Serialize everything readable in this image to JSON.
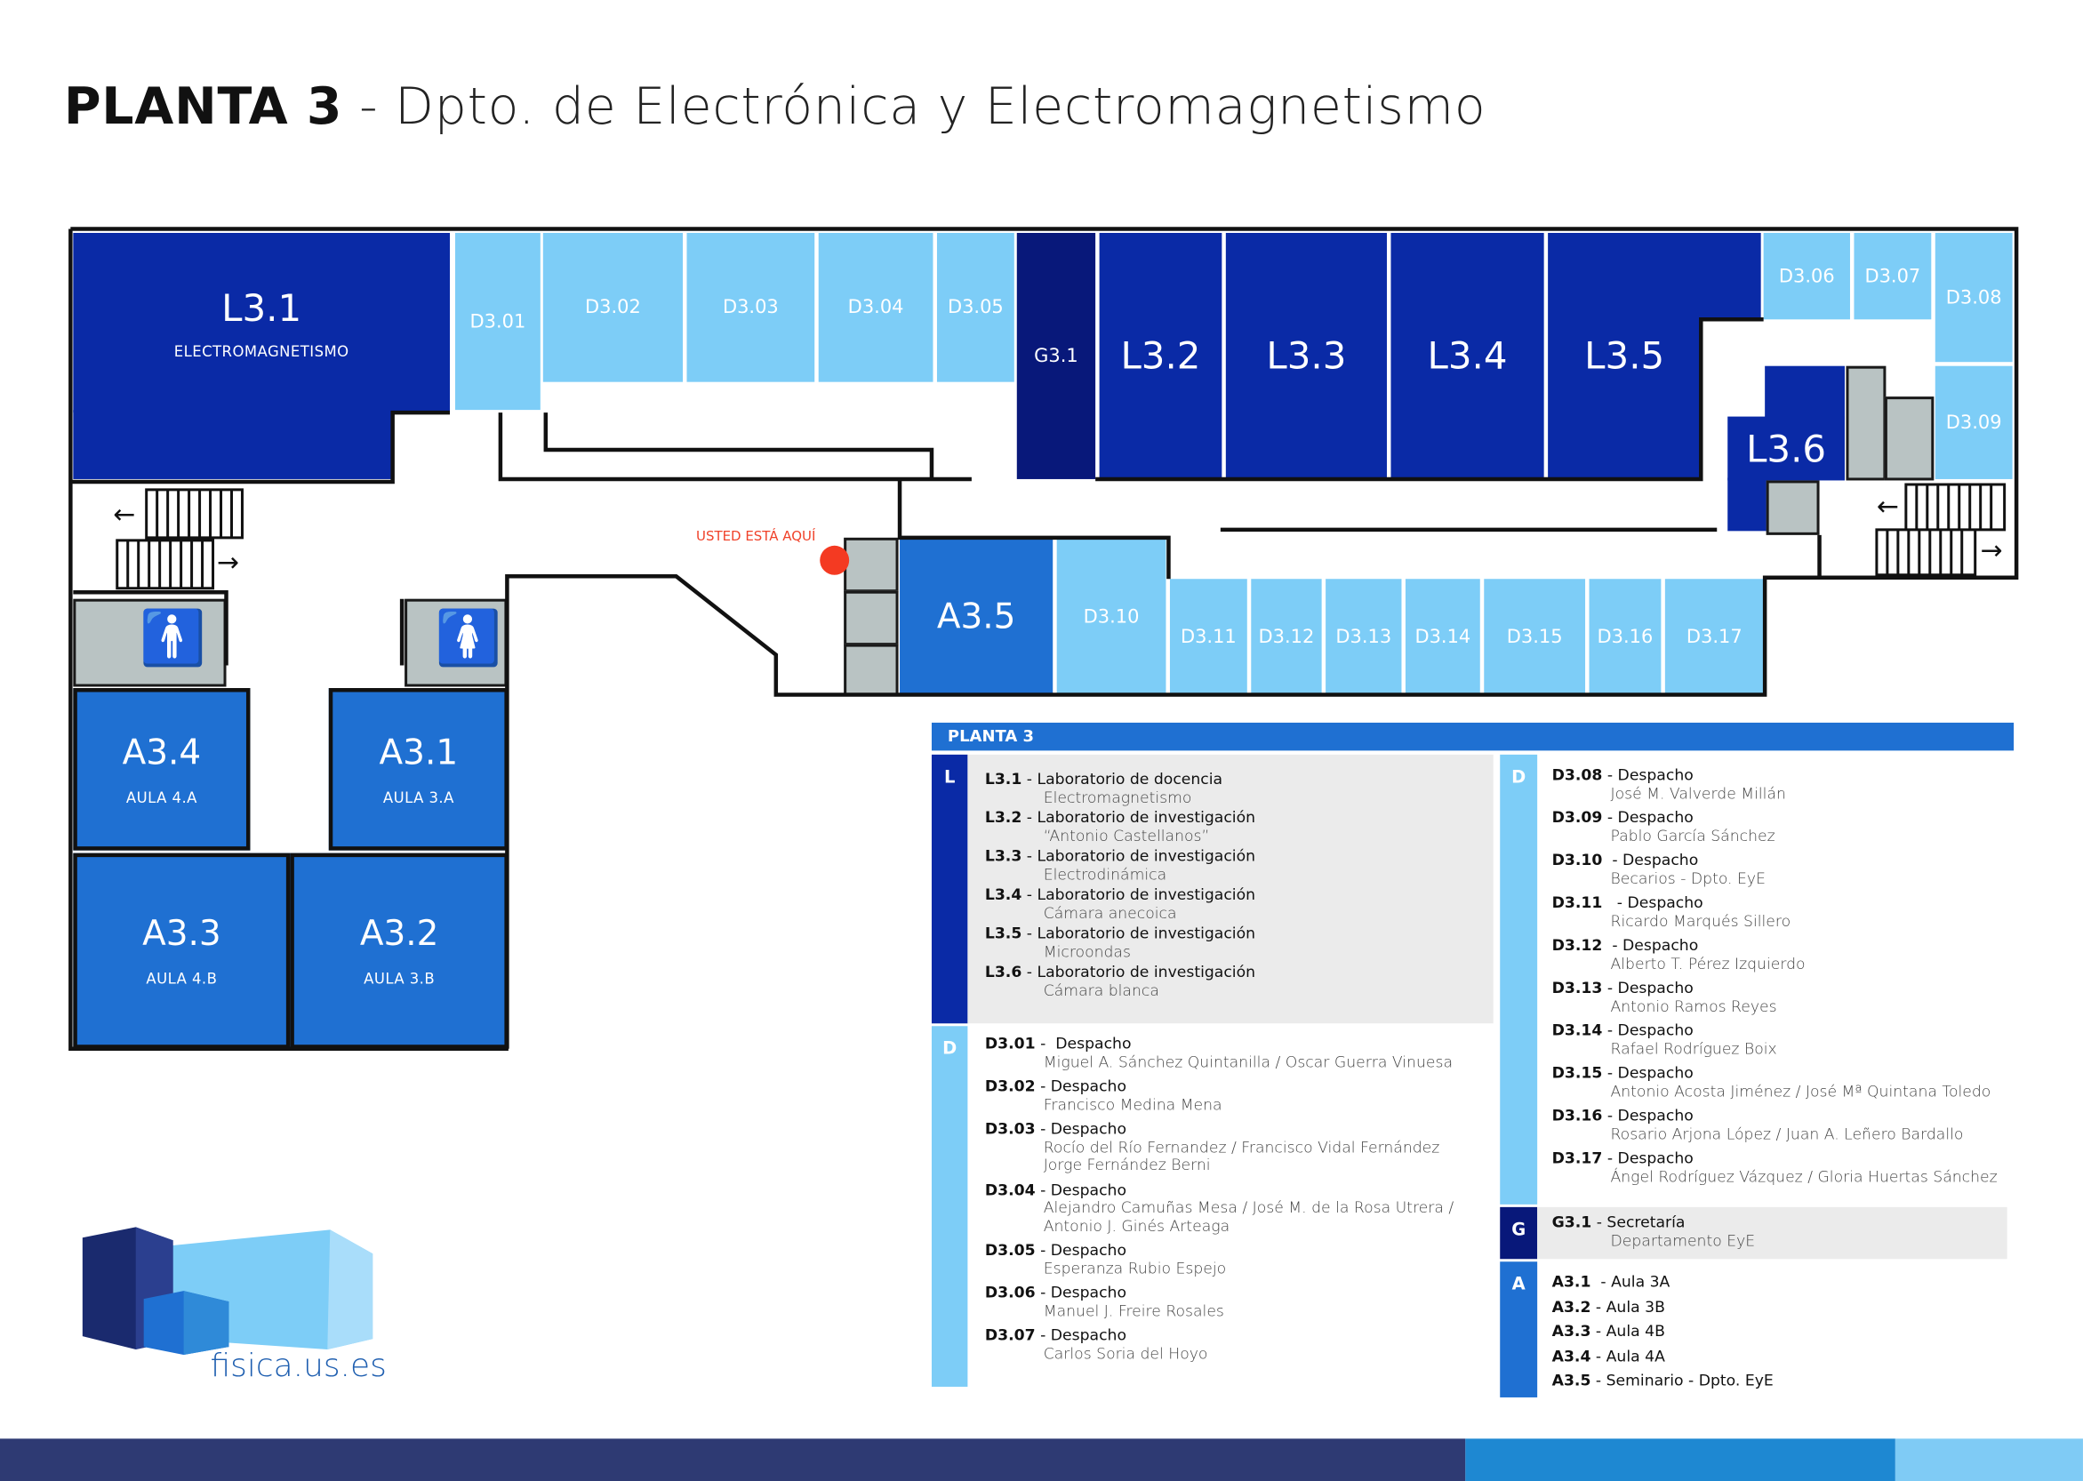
{
  "title": {
    "bold": "PLANTA 3",
    "rest": " - Dpto. de Electrónica y Electromagnetismo"
  },
  "map": {
    "you_are_here": "USTED ESTÁ AQUÍ",
    "rooms": {
      "L3_1": {
        "label": "L3.1",
        "sub": "ELECTROMAGNETISMO"
      },
      "D3_01": {
        "label": "D3.01"
      },
      "D3_02": {
        "label": "D3.02"
      },
      "D3_03": {
        "label": "D3.03"
      },
      "D3_04": {
        "label": "D3.04"
      },
      "D3_05": {
        "label": "D3.05"
      },
      "G3_1": {
        "label": "G3.1"
      },
      "L3_2": {
        "label": "L3.2"
      },
      "L3_3": {
        "label": "L3.3"
      },
      "L3_4": {
        "label": "L3.4"
      },
      "L3_5": {
        "label": "L3.5"
      },
      "D3_06": {
        "label": "D3.06"
      },
      "D3_07": {
        "label": "D3.07"
      },
      "D3_08": {
        "label": "D3.08"
      },
      "D3_09": {
        "label": "D3.09"
      },
      "L3_6": {
        "label": "L3.6"
      },
      "A3_5": {
        "label": "A3.5"
      },
      "D3_10": {
        "label": "D3.10"
      },
      "D3_11": {
        "label": "D3.11"
      },
      "D3_12": {
        "label": "D3.12"
      },
      "D3_13": {
        "label": "D3.13"
      },
      "D3_14": {
        "label": "D3.14"
      },
      "D3_15": {
        "label": "D3.15"
      },
      "D3_16": {
        "label": "D3.16"
      },
      "D3_17": {
        "label": "D3.17"
      },
      "A3_4": {
        "label": "A3.4",
        "sub": "AULA 4.A"
      },
      "A3_1": {
        "label": "A3.1",
        "sub": "AULA 3.A"
      },
      "A3_3": {
        "label": "A3.3",
        "sub": "AULA 4.B"
      },
      "A3_2": {
        "label": "A3.2",
        "sub": "AULA 3.B"
      }
    },
    "icons": [
      "male-restroom-icon",
      "female-restroom-icon",
      "stairs-icon",
      "arrow-left-icon",
      "arrow-right-icon"
    ]
  },
  "legend": {
    "header": "PLANTA 3",
    "groups": {
      "L": {
        "letter": "L",
        "entries": [
          {
            "code": "L3.1",
            "sep": " - ",
            "title": "Laboratorio de docencia",
            "detail": "Electromagnetismo"
          },
          {
            "code": "L3.2",
            "sep": " - ",
            "title": "Laboratorio de investigación",
            "detail": "“Antonio Castellanos”"
          },
          {
            "code": "L3.3",
            "sep": " - ",
            "title": "Laboratorio de investigación",
            "detail": "Electrodinámica"
          },
          {
            "code": "L3.4",
            "sep": " - ",
            "title": "Laboratorio de investigación",
            "detail": "Cámara anecoica"
          },
          {
            "code": "L3.5",
            "sep": " - ",
            "title": "Laboratorio de investigación",
            "detail": "Microondas"
          },
          {
            "code": "L3.6",
            "sep": " - ",
            "title": "Laboratorio de investigación",
            "detail": "Cámara blanca"
          }
        ]
      },
      "D1": {
        "letter": "D",
        "entries": [
          {
            "code": "D3.01",
            "sep": " -  ",
            "title": "Despacho",
            "detail": "Miguel A. Sánchez Quintanilla / Oscar Guerra Vinuesa"
          },
          {
            "code": "D3.02",
            "sep": " - ",
            "title": "Despacho",
            "detail": "Francisco Medina Mena"
          },
          {
            "code": "D3.03",
            "sep": " - ",
            "title": "Despacho",
            "detail": "Rocío del Río Fernandez / Francisco Vidal Fernández",
            "detail2": "Jorge Fernández Berni"
          },
          {
            "code": "D3.04",
            "sep": " - ",
            "title": "Despacho",
            "detail": "Alejandro Camuñas Mesa / José M. de la Rosa Utrera /",
            "detail2": "Antonio J. Ginés Arteaga"
          },
          {
            "code": "D3.05",
            "sep": " - ",
            "title": "Despacho",
            "detail": "Esperanza Rubio Espejo"
          },
          {
            "code": "D3.06",
            "sep": " - ",
            "title": "Despacho",
            "detail": "Manuel J. Freire Rosales"
          },
          {
            "code": "D3.07",
            "sep": " - ",
            "title": "Despacho",
            "detail": "Carlos Soria del Hoyo"
          }
        ]
      },
      "D2": {
        "letter": "D",
        "entries": [
          {
            "code": "D3.08",
            "sep": " - ",
            "title": "Despacho",
            "detail": "José M. Valverde Millán"
          },
          {
            "code": "D3.09",
            "sep": " - ",
            "title": "Despacho",
            "detail": "Pablo García Sánchez"
          },
          {
            "code": "D3.10",
            "sep": "  - ",
            "title": "Despacho",
            "detail": "Becarios - Dpto. EyE"
          },
          {
            "code": "D3.11",
            "sep": "   - ",
            "title": "Despacho",
            "detail": "Ricardo Marqués Sillero"
          },
          {
            "code": "D3.12",
            "sep": "  - ",
            "title": "Despacho",
            "detail": "Alberto T. Pérez Izquierdo"
          },
          {
            "code": "D3.13",
            "sep": " - ",
            "title": "Despacho",
            "detail": "Antonio Ramos Reyes"
          },
          {
            "code": "D3.14",
            "sep": " - ",
            "title": "Despacho",
            "detail": "Rafael Rodríguez Boix"
          },
          {
            "code": "D3.15",
            "sep": " - ",
            "title": "Despacho",
            "detail": "Antonio Acosta Jiménez / José Mª Quintana Toledo"
          },
          {
            "code": "D3.16",
            "sep": " - ",
            "title": "Despacho",
            "detail": "Rosario Arjona López /  Juan A. Leñero Bardallo"
          },
          {
            "code": "D3.17",
            "sep": " - ",
            "title": "Despacho",
            "detail": "Ángel Rodríguez Vázquez / Gloria Huertas Sánchez"
          }
        ]
      },
      "G": {
        "letter": "G",
        "entries": [
          {
            "code": "G3.1",
            "sep": " - ",
            "title": "Secretaría",
            "detail": "Departamento EyE"
          }
        ]
      },
      "A": {
        "letter": "A",
        "entries": [
          {
            "code": "A3.1",
            "sep": "  - ",
            "title": "Aula 3A"
          },
          {
            "code": "A3.2",
            "sep": " - ",
            "title": "Aula 3B"
          },
          {
            "code": "A3.3",
            "sep": " - ",
            "title": "Aula 4B"
          },
          {
            "code": "A3.4",
            "sep": " - ",
            "title": "Aula 4A"
          },
          {
            "code": "A3.5",
            "sep": " - ",
            "title": "Seminario - Dpto. EyE"
          }
        ]
      }
    }
  },
  "logo": {
    "text": "fisica.us.es"
  },
  "colors": {
    "lab": "#0a2aa6",
    "secretaria": "#08187a",
    "aula": "#1f70d2",
    "despacho": "#7dcdf7",
    "service": "#b9c3c3",
    "here": "#f43a22",
    "footer": [
      "#2e3a73",
      "#1e88d2",
      "#7fcbf5"
    ]
  }
}
